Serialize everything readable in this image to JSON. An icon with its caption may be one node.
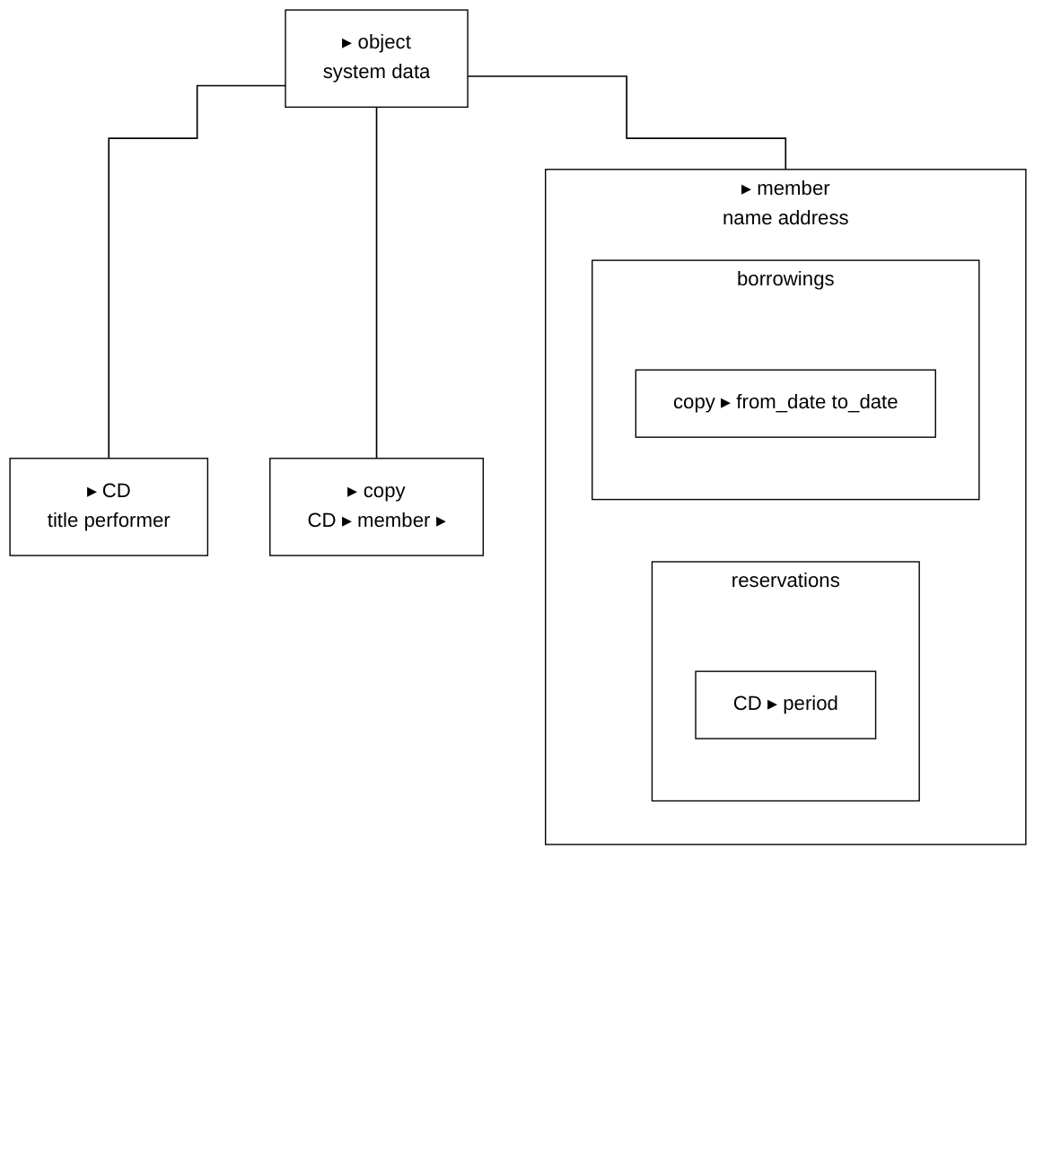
{
  "diagram": {
    "nodes": [
      {
        "text": [
          "▸ object",
          "system data"
        ]
      },
      {
        "text": [
          "▸ member",
          "name address"
        ]
      },
      {
        "text": [
          "reservations"
        ],
        "in": 1
      },
      {
        "text": [
          "CD ▸ period"
        ],
        "in": 2
      },
      {
        "text": [
          "borrowings"
        ],
        "in": 1
      },
      {
        "text": [
          "copy ▸ from_date to_date"
        ],
        "in": 4
      },
      {
        "text": [
          "▸ CD",
          "title performer"
        ]
      },
      {
        "text": [
          "▸ copy",
          "CD ▸ member ▸"
        ]
      }
    ],
    "edges": [
      {
        "from": 0,
        "to": 1,
        "arrow": "none"
      },
      {
        "from": 0,
        "to": 6,
        "arrow": "none"
      },
      {
        "from": 0,
        "to": 7,
        "arrow": "none"
      }
    ]
  }
}
